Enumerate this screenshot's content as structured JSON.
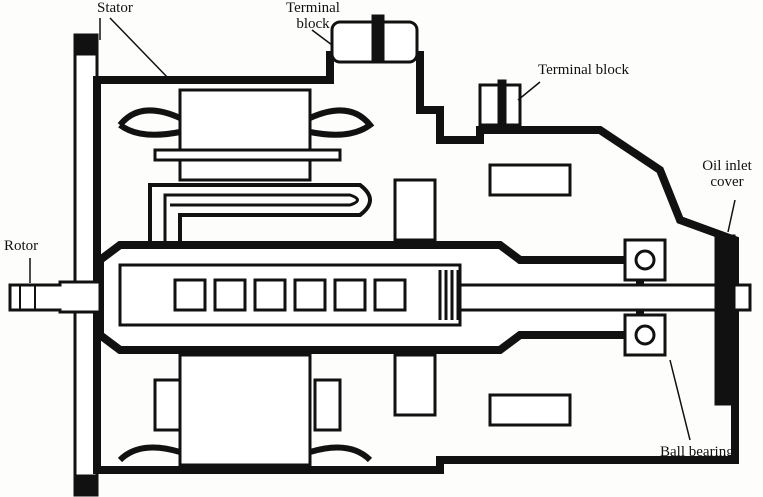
{
  "labels": {
    "stator": "Stator",
    "terminal_block_1_line1": "Terminal",
    "terminal_block_1_line2": "block",
    "terminal_block_2": "Terminal block",
    "oil_inlet_line1": "Oil inlet",
    "oil_inlet_line2": "cover",
    "rotor": "Rotor",
    "ball_bearing": "Ball bearing"
  },
  "colors": {
    "ink": "#111111",
    "paper": "#fdfdfb"
  }
}
